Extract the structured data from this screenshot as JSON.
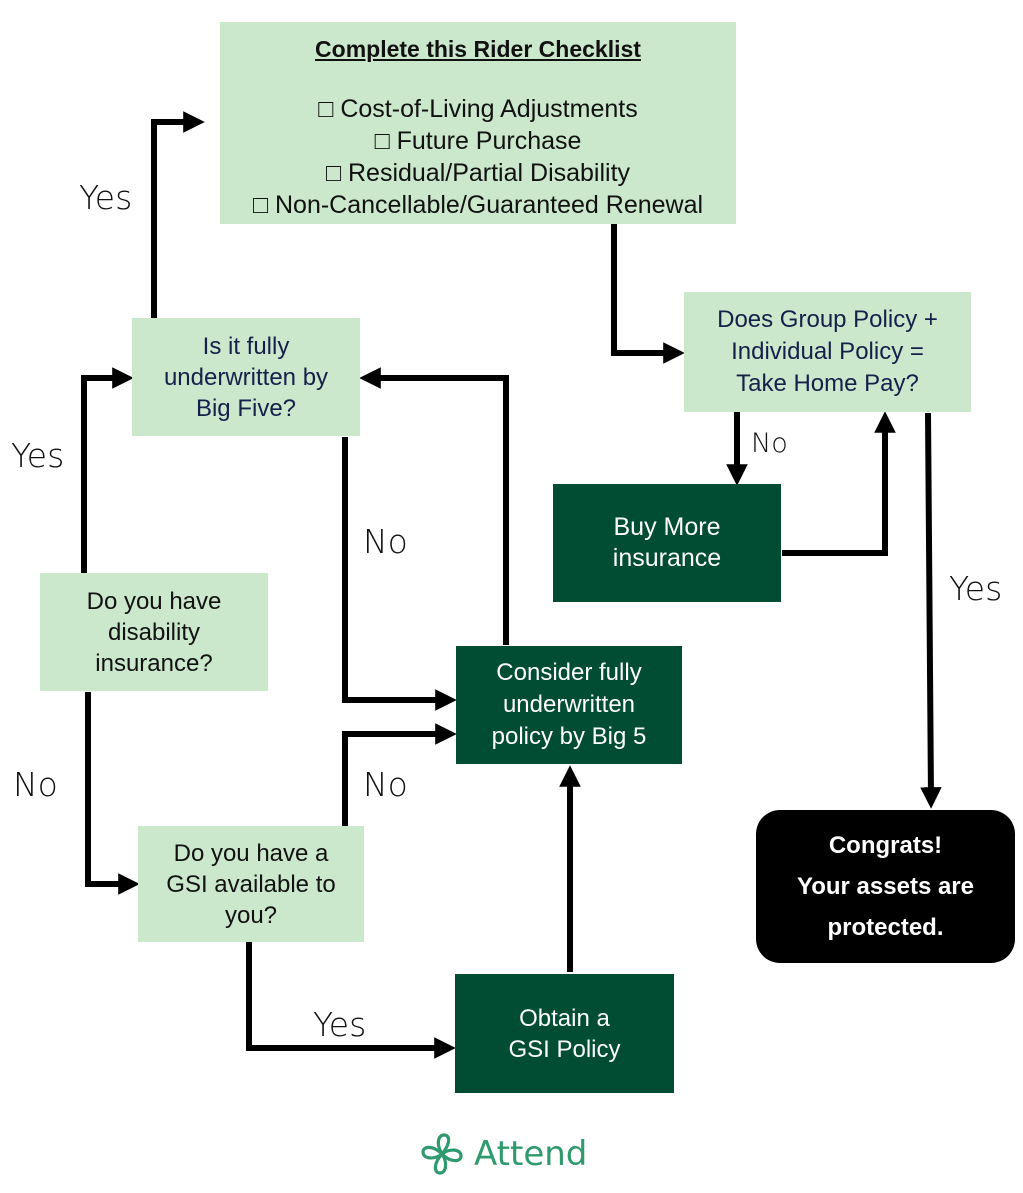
{
  "checklist": {
    "title": "Complete this Rider Checklist",
    "items": [
      "□ Cost-of-Living Adjustments",
      "□ Future Purchase",
      "□ Residual/Partial Disability",
      "□ Non-Cancellable/Guaranteed Renewal"
    ]
  },
  "nodes": {
    "big_five": "Is it fully\nunderwritten by\nBig Five?",
    "have_di": "Do you have\ndisability\ninsurance?",
    "have_gsi": "Do you have a\nGSI available to\nyou?",
    "consider": "Consider fully\nunderwritten\npolicy by Big 5",
    "obtain_gsi": "Obtain a\nGSI Policy",
    "group_policy": "Does Group Policy +\nIndividual Policy =\nTake Home Pay?",
    "buy_more": "Buy More\ninsurance",
    "congrats": "Congrats!\nYour assets are\nprotected."
  },
  "edges": {
    "yes_to_checklist": "Yes",
    "yes_to_big_five": "Yes",
    "no_to_gsi_question": "No",
    "no_big_five_to_consider": "No",
    "no_gsi_to_consider": "No",
    "yes_gsi_to_obtain": "Yes",
    "no_group_to_buy": "No",
    "yes_group_to_congrats": "Yes"
  },
  "logo": {
    "brand": "Attend",
    "icon": "clover-icon",
    "color": "#2f9a6d"
  },
  "colors": {
    "light_box": "#cce8cc",
    "dark_box": "#004d33",
    "terminal_box": "#000000",
    "arrow": "#000000"
  }
}
